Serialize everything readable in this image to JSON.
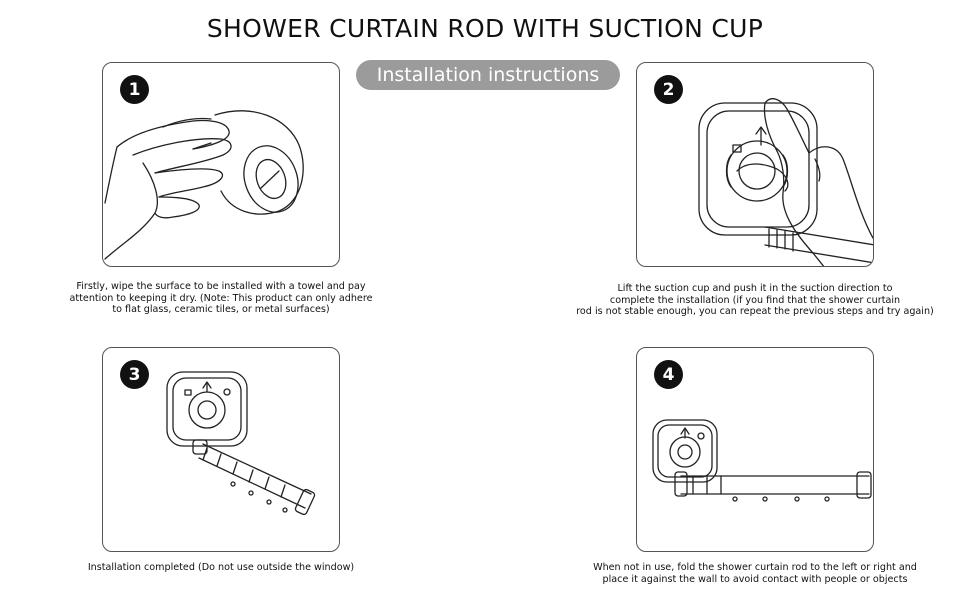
{
  "title": "SHOWER CURTAIN ROD WITH SUCTION CUP",
  "subtitle": "Installation instructions",
  "steps": [
    {
      "number": "1",
      "icon": "hand-wiping-towel-illustration",
      "caption": [
        "Firstly, wipe the surface to be installed with a towel and pay",
        "attention to keeping it dry. (Note: This product can only adhere",
        "to flat glass, ceramic tiles, or metal surfaces)"
      ]
    },
    {
      "number": "2",
      "icon": "hand-pushing-suction-cup-illustration",
      "caption": [
        "Lift the suction cup and push it in the suction direction to",
        "complete the installation (if you find that the shower curtain",
        "rod is not stable enough, you can repeat the previous steps and try again)"
      ]
    },
    {
      "number": "3",
      "icon": "installed-rod-illustration",
      "caption": [
        "Installation completed (Do not use outside the window)"
      ]
    },
    {
      "number": "4",
      "icon": "folded-rod-illustration",
      "caption": [
        "When not in use, fold the shower curtain rod to the left or right and",
        "place it against the wall to avoid contact with people or objects"
      ]
    }
  ]
}
